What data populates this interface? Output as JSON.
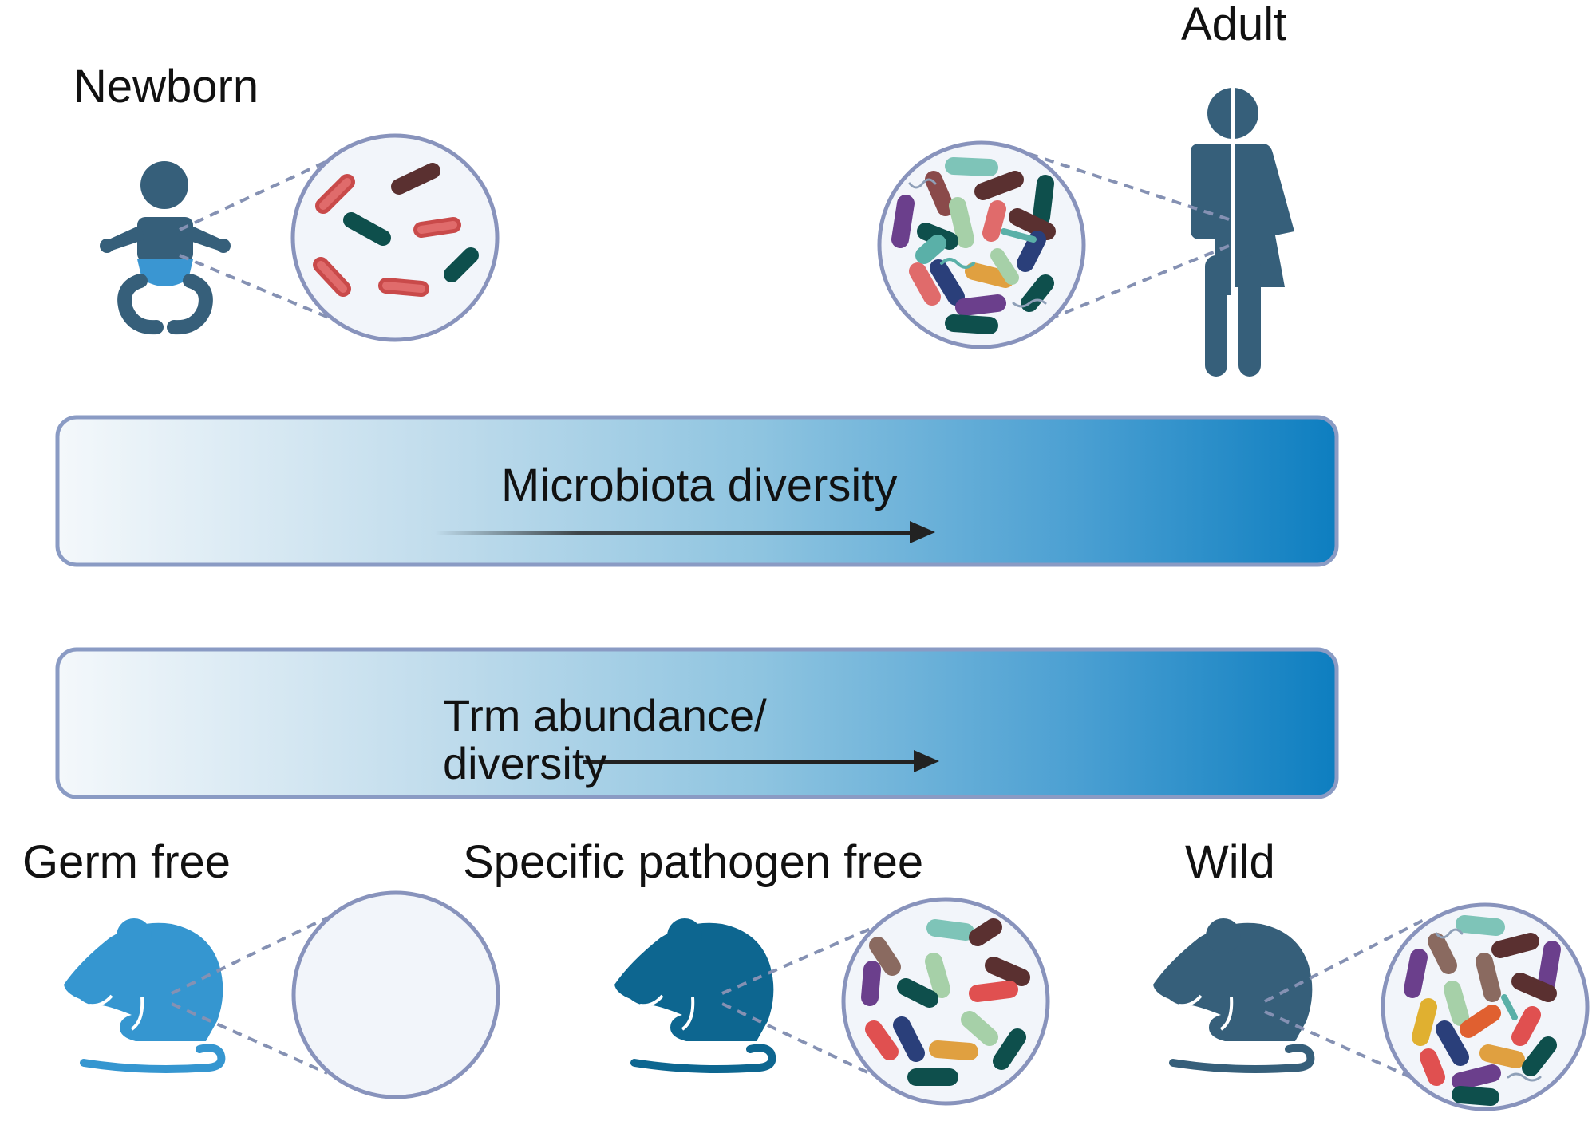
{
  "labels": {
    "newborn": "Newborn",
    "adult": "Adult",
    "germ_free": "Germ free",
    "spf": "Specific pathogen free",
    "wild": "Wild"
  },
  "bars": {
    "microbiota": "Microbiota diversity",
    "trm_line1": "Trm abundance/",
    "trm_line2": "diversity"
  },
  "colors": {
    "human": "#365f7a",
    "mouse_germ_free": "#3596d0",
    "mouse_spf": "#0d6690",
    "mouse_wild": "#365f7a",
    "diaper": "#3a96d2",
    "gradient_start": "#f4f8fb",
    "gradient_end": "#0d7ec0",
    "bar_border": "#8a9bc4",
    "circle_fill": "#f2f5fa",
    "circle_border": "#8893bc"
  },
  "icons": {
    "baby": "baby-icon",
    "adult": "person-icon",
    "mouse": "mouse-icon",
    "bacteria": "bacteria-icon",
    "arrow": "arrow-right-icon"
  }
}
